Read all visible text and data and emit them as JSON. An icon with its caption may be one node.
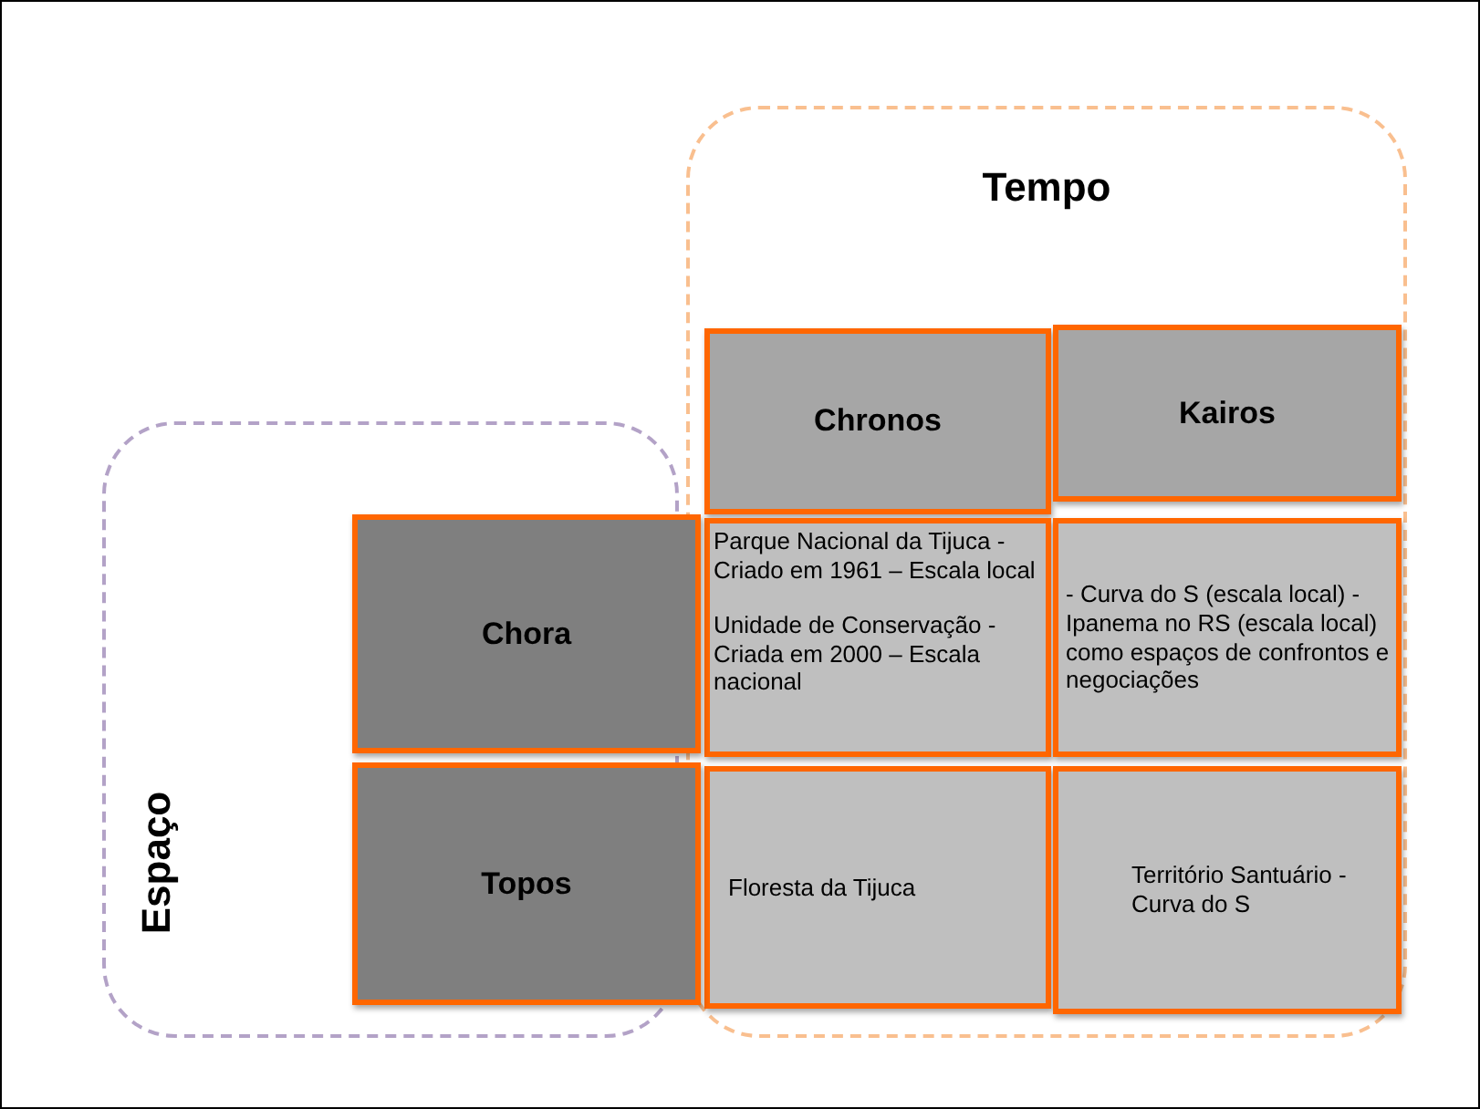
{
  "diagram": {
    "nodes": [
      {
        "text": [
          "Tempo"
        ]
      },
      {
        "text": [
          "Chronos"
        ],
        "in": 0
      },
      {
        "text": [
          "Kairos"
        ],
        "in": 0
      },
      {
        "text": [
          "Espaço"
        ]
      },
      {
        "text": [
          "Chora"
        ]
      },
      {
        "text": [
          "Topos"
        ]
      },
      {
        "text": [
          "Parque Nacional da Tijuca - Criado em 1961 – Escala local",
          "Unidade de Conservação - Criada em 2000 – Escala nacional"
        ],
        "in": 0
      },
      {
        "text": [
          "- Curva do S (escala local) - Ipanema no RS (escala local) como espaços de confrontos e negociações"
        ],
        "in": 0
      },
      {
        "text": [
          "Floresta da Tijuca"
        ],
        "in": 0
      },
      {
        "text": [
          "Território Santuário - Curva do S"
        ],
        "in": 0
      }
    ]
  }
}
